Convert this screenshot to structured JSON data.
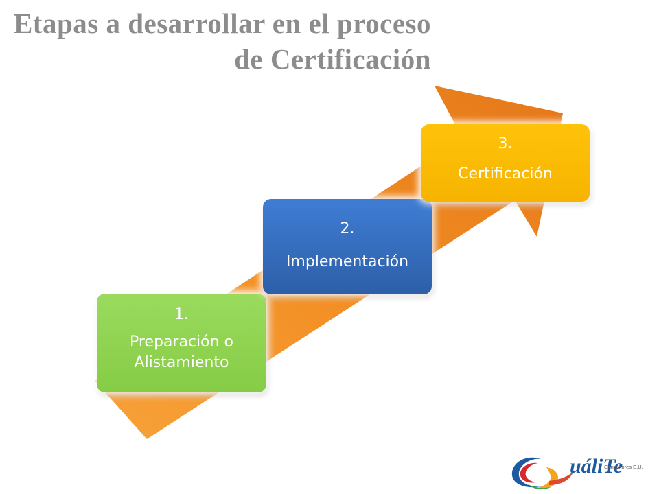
{
  "title": {
    "line1": "Etapas a desarrollar en el proceso",
    "line2": "de Certificación"
  },
  "steps": [
    {
      "number": "1.",
      "label_line1": "Preparación o",
      "label_line2": "Alistamiento",
      "color": "#8fd24f"
    },
    {
      "number": "2.",
      "label": "Implementación",
      "color": "#3670c2"
    },
    {
      "number": "3.",
      "label": "Certificación",
      "color": "#fbbd05"
    }
  ],
  "arrow": {
    "color": "#f08a24"
  },
  "logo": {
    "name": "QualiTe logo",
    "wordmark": "uáliTe",
    "subtitle": "Consultores E.U."
  }
}
